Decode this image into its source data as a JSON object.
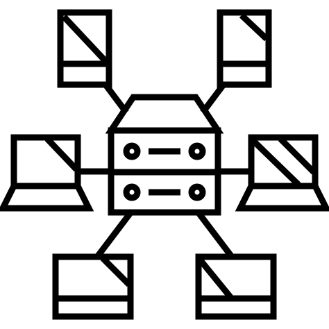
{
  "icon": {
    "name": "server-network-icon",
    "stroke_color": "#000000",
    "background": "#ffffff"
  },
  "diagram": {
    "hub": {
      "name": "server-icon",
      "units": 2
    },
    "devices": [
      {
        "name": "mobile-icon",
        "position": "top-left"
      },
      {
        "name": "mobile-icon",
        "position": "top-right"
      },
      {
        "name": "laptop-icon",
        "position": "left"
      },
      {
        "name": "laptop-icon",
        "position": "right"
      },
      {
        "name": "tablet-icon",
        "position": "bottom-left"
      },
      {
        "name": "tablet-icon",
        "position": "bottom-right"
      }
    ]
  }
}
